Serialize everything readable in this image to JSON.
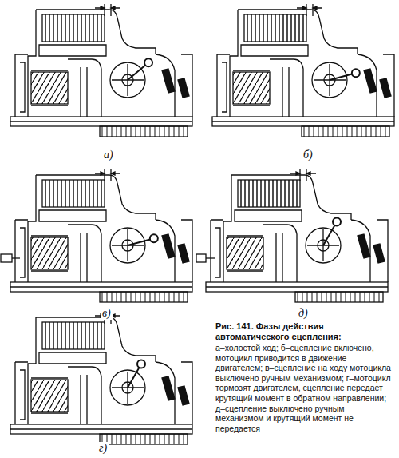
{
  "diagram": {
    "title": "Рис. 141. Фазы действия автоматического сцепления:",
    "caption": "а–холостой ход; б–сцепление включено, мотоцикл приводится в движение двигателем; в–сцепление на ходу мотоцикла выключено ручным механизмом; г–мотоцикл тормозят двигателем, сцепление передает крутящий момент в обратном направлении; д–сцепление выключено ручным механизмом и крутящий момент не передается",
    "labels": [
      "а)",
      "б)",
      "в)",
      "д)",
      "г)"
    ]
  }
}
